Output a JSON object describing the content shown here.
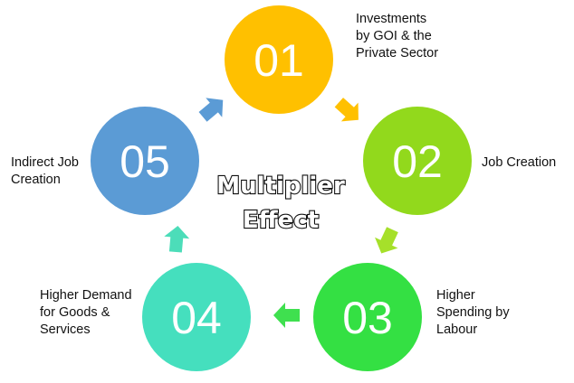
{
  "diagram": {
    "title_line1": "Multiplier",
    "title_line2": "Effect",
    "steps": [
      {
        "number": "01",
        "label": "Investments\nby GOI & the\nPrivate Sector",
        "color": "#FFC000"
      },
      {
        "number": "02",
        "label": "Job Creation",
        "color": "#92D91C"
      },
      {
        "number": "03",
        "label": "Higher\nSpending by\nLabour",
        "color": "#34E043"
      },
      {
        "number": "04",
        "label": "Higher Demand\nfor Goods &\nServices",
        "color": "#45DFBE"
      },
      {
        "number": "05",
        "label": "Indirect Job\nCreation",
        "color": "#5B9BD5"
      }
    ],
    "arrow_colors": [
      "#FFC000",
      "#A6E02A",
      "#3FE04F",
      "#4CDDB9",
      "#5B9BD5"
    ]
  }
}
